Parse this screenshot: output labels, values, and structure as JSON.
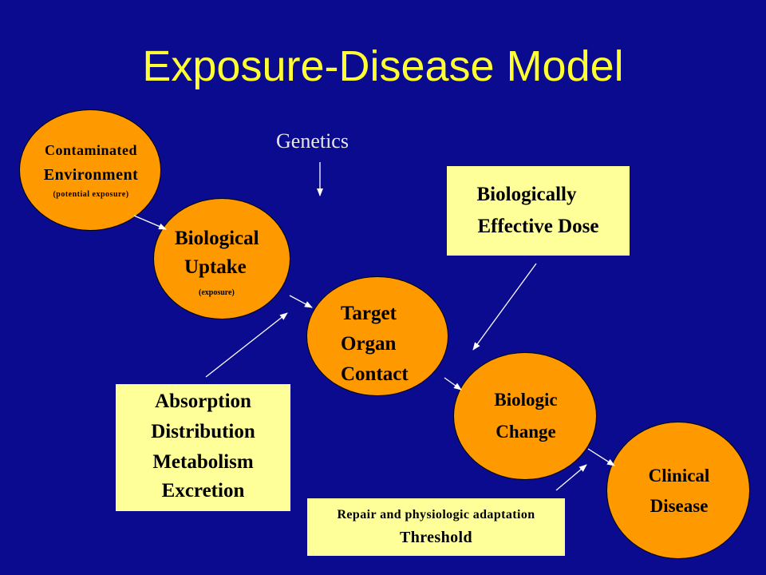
{
  "title": "Exposure-Disease Model",
  "genetics": "Genetics",
  "nodes": {
    "contaminated": {
      "line1": "Contaminated",
      "line2": "Environment",
      "sub": "(potential exposure)"
    },
    "uptake": {
      "line1": "Biological",
      "line2": "Uptake",
      "sub": "(exposure)"
    },
    "target": {
      "line1": "Target",
      "line2": "Organ",
      "line3": "Contact"
    },
    "change": {
      "line1": "Biologic",
      "line2": "Change"
    },
    "clinical": {
      "line1": "Clinical",
      "line2": "Disease"
    }
  },
  "boxes": {
    "dose": {
      "line1": "Biologically",
      "line2": "Effective Dose"
    },
    "adme": {
      "line1": "Absorption",
      "line2": "Distribution",
      "line3": "Metabolism",
      "line4": "Excretion"
    },
    "repair": {
      "line1": "Repair and physiologic adaptation",
      "line2": "Threshold"
    }
  },
  "colors": {
    "background": "#0b0b8f",
    "title": "#ffff33",
    "node_fill": "#ff9900",
    "box_fill": "#ffff99",
    "arrow": "#ffffff"
  }
}
